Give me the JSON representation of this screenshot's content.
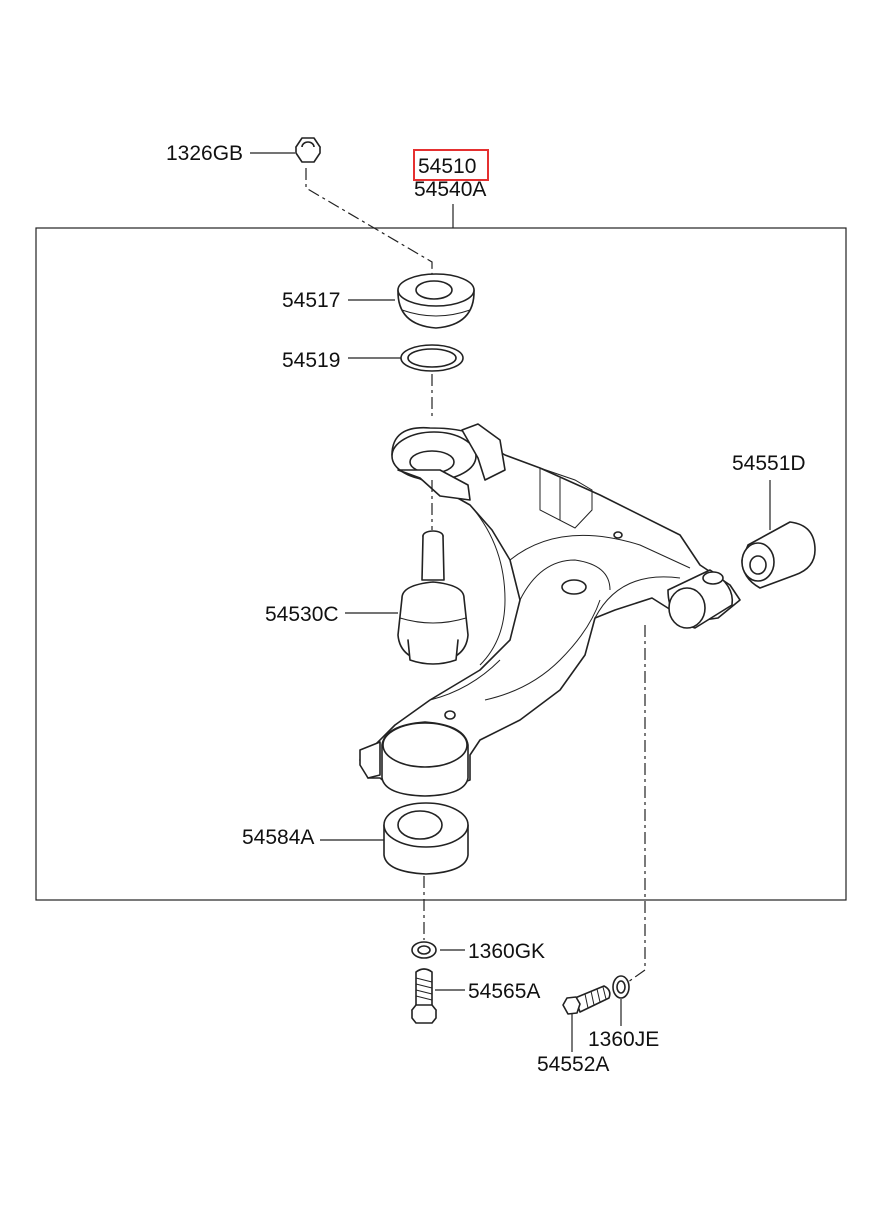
{
  "highlight_color": "#e53030",
  "assembly": {
    "highlighted_part": "54510",
    "part": "54540A"
  },
  "labels": {
    "p1326GB": "1326GB",
    "p54517": "54517",
    "p54519": "54519",
    "p54551D": "54551D",
    "p54530C": "54530C",
    "p54584A": "54584A",
    "p1360GK": "1360GK",
    "p54565A": "54565A",
    "p1360JE": "1360JE",
    "p54552A": "54552A"
  }
}
